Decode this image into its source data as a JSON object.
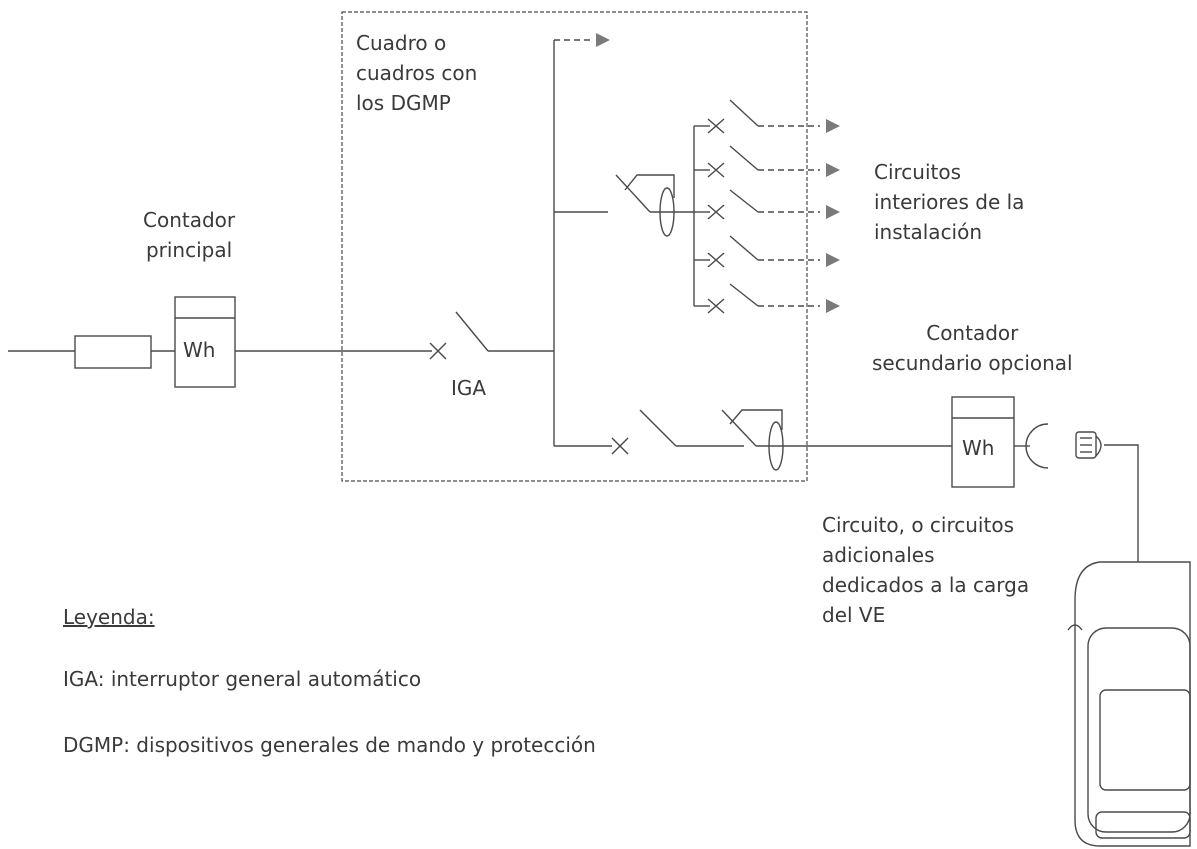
{
  "labels": {
    "panel": [
      "Cuadro o",
      "cuadros con",
      "los DGMP"
    ],
    "main_meter": [
      "Contador",
      "principal"
    ],
    "iga": "IGA",
    "interior_circuits": [
      "Circuitos",
      "interiores de la",
      "instalación"
    ],
    "secondary_meter": [
      "Contador",
      "secundario opcional"
    ],
    "ev_circuit": [
      "Circuito, o circuitos",
      "adicionales",
      "dedicados a la carga",
      "del VE"
    ],
    "meter_unit": "Wh"
  },
  "legend": {
    "title": "Leyenda:",
    "items": [
      "IGA: interruptor general automático",
      "DGMP: dispositivos generales de mando y protección"
    ]
  },
  "icons": [
    "fuse-icon",
    "meter-icon",
    "breaker-icon",
    "differential-switch-icon",
    "socket-icon",
    "plug-icon",
    "electric-vehicle-icon",
    "arrow-right-icon"
  ],
  "colors": {
    "line": "#4a4a4a",
    "arrow": "#7a7a7a"
  }
}
